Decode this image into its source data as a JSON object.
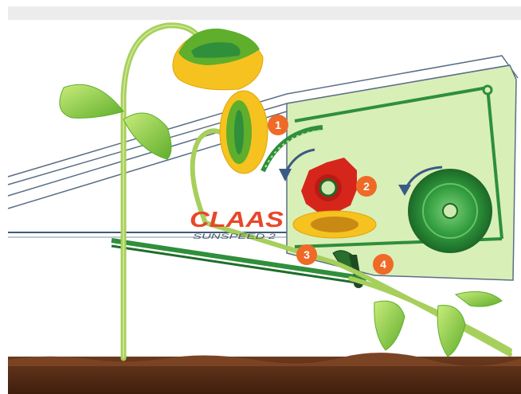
{
  "brand": {
    "logo_text": "CLAAS",
    "logo_subtext": "SUNSPEED 2",
    "logo_color": "#e8472b"
  },
  "callouts": [
    {
      "number": "1"
    },
    {
      "number": "2"
    },
    {
      "number": "3"
    },
    {
      "number": "4"
    }
  ],
  "colors": {
    "callout": "#ef6a26",
    "housing_fill": "#d9efb8",
    "machine_green": "#2f8f3b",
    "rotor_red": "#d6261c",
    "soil": "#5a2e17",
    "stem": "#9fcb5a",
    "sunflower_petals": "#f6c21f",
    "top_strip": "#ececec"
  }
}
